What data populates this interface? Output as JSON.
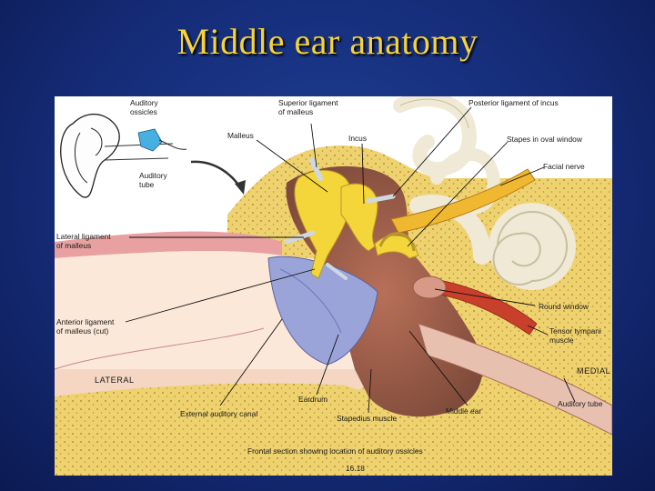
{
  "slide": {
    "title": "Middle ear anatomy"
  },
  "figure": {
    "labels": {
      "auditory_ossicles": "Auditory\nossicles",
      "auditory_tube_inset": "Auditory\ntube",
      "superior_ligament": "Superior ligament\nof malleus",
      "malleus": "Malleus",
      "incus": "Incus",
      "posterior_ligament": "Posterior ligament of incus",
      "stapes_oval_window": "Stapes in oval window",
      "facial_nerve": "Facial nerve",
      "lateral_ligament": "Lateral ligament\nof malleus",
      "round_window": "Round window",
      "anterior_ligament": "Anterior ligament\nof malleus (cut)",
      "tensor_tympani": "Tensor tympani\nmuscle",
      "lateral": "LATERAL",
      "medial": "MEDIAL",
      "auditory_tube": "Auditory tube",
      "eardrum": "Eardrum",
      "external_canal": "External auditory canal",
      "stapedius": "Stapedius muscle",
      "middle_ear": "Middle ear",
      "caption": "Frontal section showing location of auditory ossicles",
      "figure_number": "16.18"
    },
    "colors": {
      "bone": "#efd270",
      "ossicle": "#f4d63a",
      "cavity": "#9a5f4a",
      "labyrinth": "#efe9d6",
      "eardrum": "#9aa4d8",
      "nerve": "#f0b830",
      "muscle": "#c8402c"
    }
  }
}
